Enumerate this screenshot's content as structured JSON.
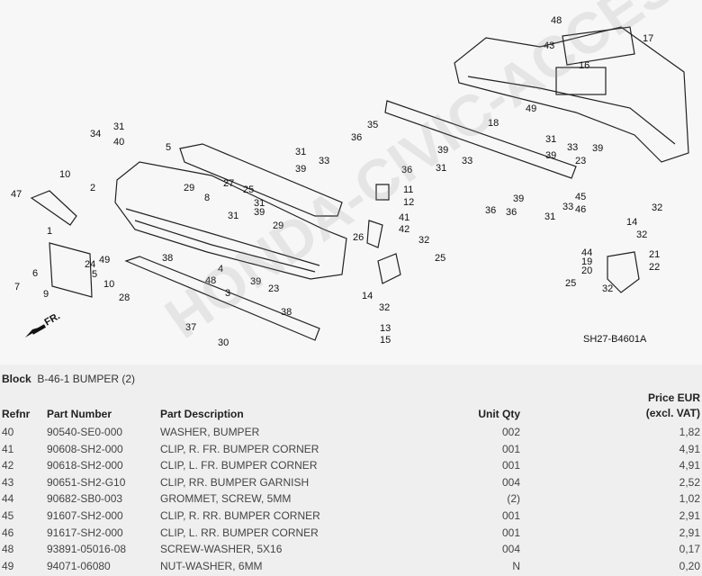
{
  "diagram": {
    "code": "SH27-B4601A",
    "front_label": "FR.",
    "callouts": [
      "48",
      "17",
      "43",
      "16",
      "49",
      "18",
      "35",
      "36",
      "31",
      "34",
      "40",
      "5",
      "31",
      "33",
      "39",
      "31",
      "33",
      "39",
      "39",
      "23",
      "39",
      "31",
      "33",
      "36",
      "10",
      "2",
      "29",
      "27",
      "25",
      "8",
      "31",
      "39",
      "31",
      "11",
      "12",
      "33",
      "31",
      "36",
      "36",
      "39",
      "45",
      "46",
      "32",
      "47",
      "1",
      "29",
      "41",
      "42",
      "26",
      "32",
      "14",
      "32",
      "44",
      "24",
      "49",
      "6",
      "5",
      "10",
      "38",
      "4",
      "48",
      "7",
      "9",
      "3",
      "39",
      "23",
      "25",
      "19",
      "20",
      "21",
      "22",
      "14",
      "32",
      "25",
      "32",
      "28",
      "38",
      "13",
      "15",
      "37",
      "30"
    ],
    "watermark": "HONDA-CIVIC-ACCESSORIES www.hondacivic.ru"
  },
  "block": {
    "label": "Block",
    "value": "B-46-1 BUMPER (2)"
  },
  "table": {
    "headers": {
      "refnr": "Refnr",
      "part_number": "Part Number",
      "description": "Part Description",
      "qty": "Unit Qty",
      "price_line1": "Price EUR",
      "price_line2": "(excl. VAT)"
    },
    "rows": [
      {
        "refnr": "40",
        "part_number": "90540-SE0-000",
        "description": "WASHER, BUMPER",
        "qty": "002",
        "price": "1,82"
      },
      {
        "refnr": "41",
        "part_number": "90608-SH2-000",
        "description": "CLIP, R. FR. BUMPER CORNER",
        "qty": "001",
        "price": "4,91"
      },
      {
        "refnr": "42",
        "part_number": "90618-SH2-000",
        "description": "CLIP, L. FR. BUMPER CORNER",
        "qty": "001",
        "price": "4,91"
      },
      {
        "refnr": "43",
        "part_number": "90651-SH2-G10",
        "description": "CLIP, RR. BUMPER GARNISH",
        "qty": "004",
        "price": "2,52"
      },
      {
        "refnr": "44",
        "part_number": "90682-SB0-003",
        "description": "GROMMET, SCREW, 5MM",
        "qty": "(2)",
        "price": "1,02"
      },
      {
        "refnr": "45",
        "part_number": "91607-SH2-000",
        "description": "CLIP, R. RR. BUMPER CORNER",
        "qty": "001",
        "price": "2,91"
      },
      {
        "refnr": "46",
        "part_number": "91617-SH2-000",
        "description": "CLIP, L. RR. BUMPER CORNER",
        "qty": "001",
        "price": "2,91"
      },
      {
        "refnr": "48",
        "part_number": "93891-05016-08",
        "description": "SCREW-WASHER, 5X16",
        "qty": "004",
        "price": "0,17"
      },
      {
        "refnr": "49",
        "part_number": "94071-06080",
        "description": "NUT-WASHER, 6MM",
        "qty": "N",
        "price": "0,20"
      }
    ]
  }
}
